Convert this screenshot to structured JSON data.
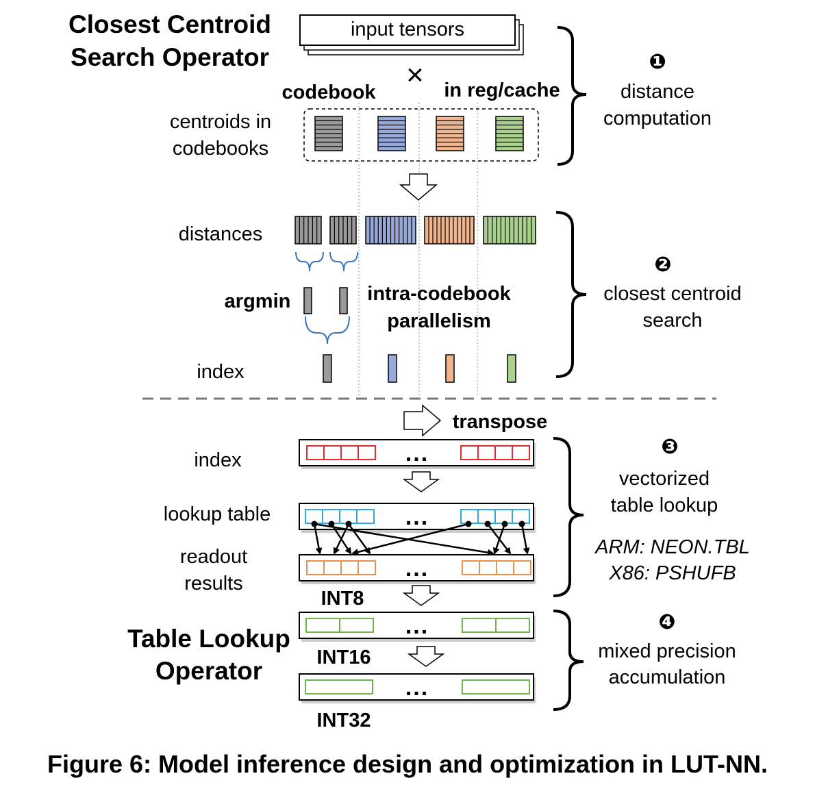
{
  "colors": {
    "gray": "#9a9a9a",
    "blue": "#97a9dc",
    "orange": "#f1b58e",
    "green": "#a9d18c",
    "red": "#e02c2c",
    "cyan": "#2fa7dc",
    "lut_orange": "#e49350",
    "lut_green": "#6fb34c",
    "brace_blue": "#3b74c2"
  },
  "titles": {
    "css_line1": "Closest Centroid",
    "css_line2": "Search Operator",
    "tlo_line1": "Table Lookup",
    "tlo_line2": "Operator"
  },
  "stage1": {
    "input_tensors": "input tensors",
    "times": "×",
    "codebook": "codebook",
    "in_reg_cache": "in reg/cache",
    "centroids_line1": "centroids in",
    "centroids_line2": "codebooks",
    "step_number": "❶",
    "step_line1": "distance",
    "step_line2": "computation"
  },
  "stage2": {
    "distances": "distances",
    "argmin": "argmin",
    "parallel_line1": "intra-codebook",
    "parallel_line2": "parallelism",
    "index": "index",
    "step_number": "❷",
    "step_line1": "closest centroid",
    "step_line2": "search"
  },
  "stage3": {
    "transpose": "transpose",
    "index": "index",
    "lookup_table": "lookup table",
    "readout_line1": "readout",
    "readout_line2": "results",
    "int8": "INT8",
    "dots": "...",
    "step_number": "❸",
    "step_line1": "vectorized",
    "step_line2": "table lookup",
    "arm": "ARM: NEON.TBL",
    "x86": "X86: PSHUFB"
  },
  "stage4": {
    "int16": "INT16",
    "int32": "INT32",
    "step_number": "❹",
    "step_line1": "mixed precision",
    "step_line2": "accumulation"
  },
  "caption": "Figure 6: Model inference design and optimization in LUT-NN."
}
